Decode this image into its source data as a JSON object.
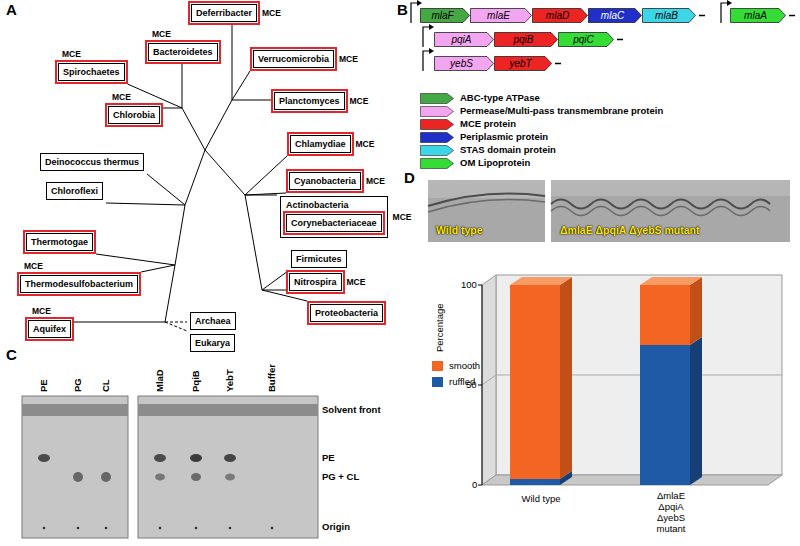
{
  "diagram": {
    "nodes": [
      {
        "text": [
          "Deferribacter"
        ]
      },
      {
        "text": [
          "Bacteroidetes"
        ]
      },
      {
        "text": [
          "Verrucomicrobia"
        ]
      },
      {
        "text": [
          "Spirochaetes"
        ]
      },
      {
        "text": [
          "Chlorobia"
        ]
      },
      {
        "text": [
          "Planctomyces"
        ]
      },
      {
        "text": [
          "Chlamydiae"
        ]
      },
      {
        "text": [
          "Deinococcus thermus"
        ]
      },
      {
        "text": [
          "Chloroflexi"
        ]
      },
      {
        "text": [
          "Cyanobacteria"
        ]
      },
      {
        "text": [
          "Actinobacteria"
        ]
      },
      {
        "text": [
          "Corynebacteriaceae"
        ],
        "in": 10
      },
      {
        "text": [
          "Thermotogae"
        ]
      },
      {
        "text": [
          "Firmicutes"
        ]
      },
      {
        "text": [
          "Thermodesulfobacterium"
        ]
      },
      {
        "text": [
          "Nitrospira"
        ]
      },
      {
        "text": [
          "Proteobacteria"
        ]
      },
      {
        "text": [
          "Aquifex"
        ]
      },
      {
        "text": [
          "Archaea"
        ]
      },
      {
        "text": [
          "Eukarya"
        ]
      },
      {
        "text": [
          "mlaF"
        ]
      },
      {
        "text": [
          "mlaE"
        ]
      },
      {
        "text": [
          "mlaD"
        ]
      },
      {
        "text": [
          "mlaC"
        ]
      },
      {
        "text": [
          "mlaB"
        ]
      },
      {
        "text": [
          "mlaA"
        ]
      },
      {
        "text": [
          "pqiA"
        ]
      },
      {
        "text": [
          "pqiB"
        ]
      },
      {
        "text": [
          "pqiC"
        ]
      },
      {
        "text": [
          "yebS"
        ]
      },
      {
        "text": [
          "yebT"
        ]
      }
    ],
    "labels": [
      "A",
      "MCE",
      "MCE",
      "MCE",
      "MCE",
      "MCE",
      "MCE",
      "MCE",
      "MCE",
      "MCE",
      "MCE",
      "MCE",
      "MCE",
      "B",
      "C",
      "PE",
      "PG",
      "CL",
      "MlaD",
      "PqiB",
      "YebT",
      "Buffer",
      "Solvent front",
      "PE",
      "PG + CL",
      "Origin",
      "D",
      "Wild type",
      "ΔmlaE ΔpqiA ΔyebS mutant",
      "Percentage",
      "100",
      "50",
      "0",
      "Wild type",
      "ΔmlaE ΔpqiA ΔyebS mutant"
    ],
    "legend": [
      {
        "text": "ABC-type ATPase",
        "color": "#45a845"
      },
      {
        "text": "Permease/Multi-pass transmembrane protein",
        "color": "#f2a6ef"
      },
      {
        "text": "MCE protein",
        "color": "#ec2424"
      },
      {
        "text": "Periplasmic protein",
        "color": "#1f2fc8"
      },
      {
        "text": "STAS domain protein",
        "color": "#3cd6e6"
      },
      {
        "text": "OM Lipoprotein",
        "color": "#35dc35"
      },
      {
        "text": "smooth",
        "color": "#f26522"
      },
      {
        "text": "ruffled",
        "color": "#1f5aa6"
      }
    ]
  }
}
